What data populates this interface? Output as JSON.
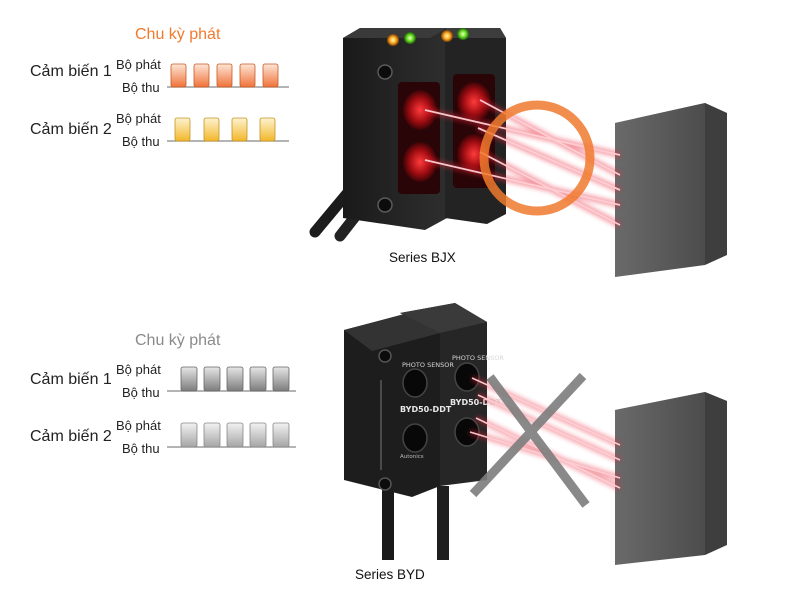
{
  "colors": {
    "accent_orange": "#f07a2e",
    "gray_title": "#8a8a8a",
    "pulse_orange": "#f0733a",
    "pulse_yellow": "#f2c430",
    "pulse_gray": "#8c8c8c",
    "beam_red": "#e8283a"
  },
  "top": {
    "cycle_title": "Chu kỳ phát",
    "sensor1": {
      "name": "Cảm biến 1",
      "emitter": "Bộ phát",
      "receiver": "Bộ thu"
    },
    "sensor2": {
      "name": "Cảm biến 2",
      "emitter": "Bộ phát",
      "receiver": "Bộ thu"
    },
    "series": "Series BJX"
  },
  "bottom": {
    "cycle_title": "Chu kỳ phát",
    "sensor1": {
      "name": "Cảm biến 1",
      "emitter": "Bộ phát",
      "receiver": "Bộ thu"
    },
    "sensor2": {
      "name": "Cảm biến 2",
      "emitter": "Bộ phát",
      "receiver": "Bộ thu"
    },
    "series": "Series BYD",
    "device_label_1": "PHOTO SENSOR",
    "device_model_1": "BYD50-DDT",
    "device_label_2": "PHOTO SENSOR",
    "device_model_2": "BYD50-DDT",
    "brand": "Autonics"
  }
}
